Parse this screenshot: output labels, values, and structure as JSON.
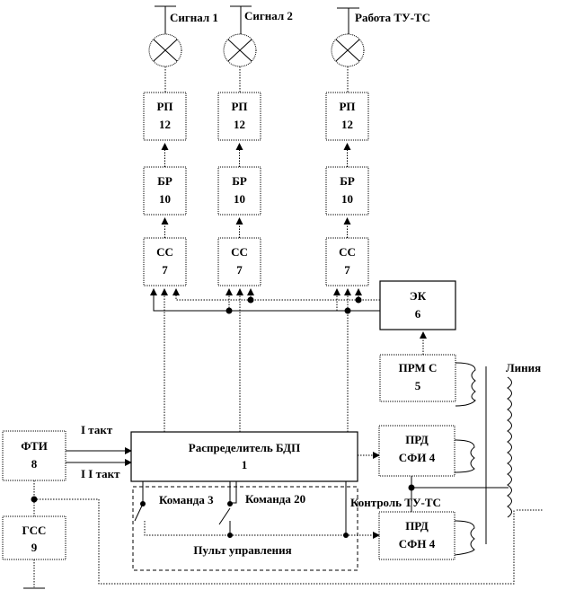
{
  "lamps": [
    {
      "label": "Сигнал 1"
    },
    {
      "label": "Сигнал 2"
    },
    {
      "label": "Работа ТУ-ТС"
    }
  ],
  "columns": [
    {
      "rp": [
        "РП",
        "12"
      ],
      "br": [
        "БР",
        "10"
      ],
      "cc": [
        "СС",
        "7"
      ]
    },
    {
      "rp": [
        "РП",
        "12"
      ],
      "br": [
        "БР",
        "10"
      ],
      "cc": [
        "СС",
        "7"
      ]
    },
    {
      "rp": [
        "РП",
        "12"
      ],
      "br": [
        "БР",
        "10"
      ],
      "cc": [
        "СС",
        "7"
      ]
    }
  ],
  "ek": [
    "ЭК",
    "6"
  ],
  "prm": [
    "ПРМ С",
    "5"
  ],
  "line_label": "Линия",
  "fti": [
    "ФТИ",
    "8"
  ],
  "gss": [
    "ГСС",
    "9"
  ],
  "tact1": "I такт",
  "tact2": "I I такт",
  "distributor": [
    "Распределитель БДП",
    "1"
  ],
  "prd_sfi": [
    "ПРД",
    "СФИ 4"
  ],
  "prd_sfn": [
    "ПРД",
    "СФН 4"
  ],
  "cmd3": "Команда 3",
  "cmd20": "Команда 20",
  "control": "Контроль ТУ-ТС",
  "panel": "Пульт управления"
}
